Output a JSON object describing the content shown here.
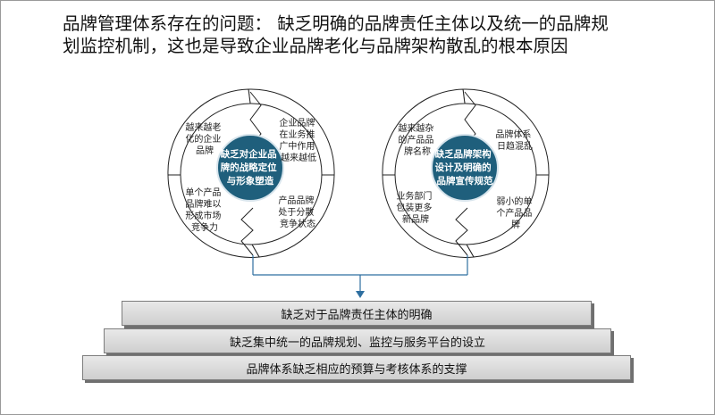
{
  "headline": {
    "line1": "品牌管理体系存在的问题： 缺乏明确的品牌责任主体以及统一的品牌规",
    "line2": "划监控机制，这也是导致企业品牌老化与品牌架构散乱的根本原因"
  },
  "left_cycle": {
    "center": [
      "缺乏对企业品",
      "牌的战略定位",
      "与形象塑造"
    ],
    "top_left": [
      "越来越老",
      "化的企业",
      "品牌"
    ],
    "top_right": [
      "企业品牌",
      "在业务推",
      "广中作用",
      "越来越低"
    ],
    "bottom_left": [
      "单个产品",
      "品牌难以",
      "形成市场",
      "竞争力"
    ],
    "bottom_right": [
      "产品品牌",
      "处于分散",
      "竞争状态"
    ]
  },
  "right_cycle": {
    "center": [
      "缺乏品牌架构",
      "设计及明确的",
      "品牌宣传规范"
    ],
    "top_left": [
      "越来越杂",
      "的产品品",
      "牌名称"
    ],
    "top_right": [
      "品牌体系",
      "日趋混乱"
    ],
    "bottom_left": [
      "业务部门",
      "包装更多",
      "新品牌"
    ],
    "bottom_right": [
      "弱小的单",
      "个产品品",
      "牌"
    ]
  },
  "steps": [
    "缺乏对于品牌责任主体的明确",
    "缺乏集中统一的品牌规划、监控与服务平台的设立",
    "品牌体系缺乏相应的预算与考核体系的支撑"
  ],
  "colors": {
    "center_fill": "#1f5f7c",
    "connector": "#2e6fa0",
    "step_border": "#7d7d7d"
  }
}
